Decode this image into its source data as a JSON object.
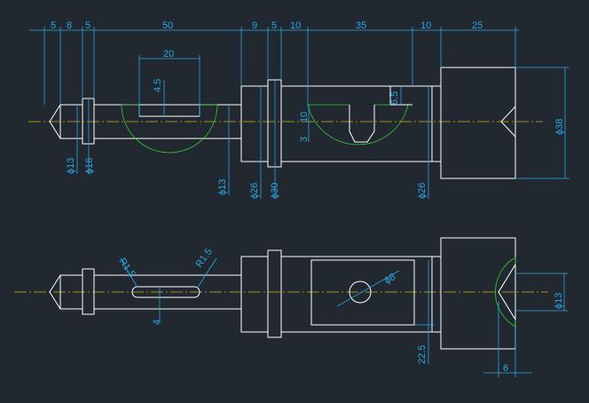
{
  "colors": {
    "background": "#212830",
    "object_lines": "#ffffff",
    "dimension_lines": "#2aa7e6",
    "center_lines": "#c9b41c",
    "hatching": "#33cc33"
  },
  "top_view": {
    "horizontal_dims": [
      "5",
      "8",
      "5",
      "50",
      "9",
      "5",
      "10",
      "35",
      "10",
      "25"
    ],
    "keyway_length": "20",
    "keyway_depth": "4.5",
    "slot_depth_upper": "6.5",
    "slot_depth_10": "10",
    "slot_depth_3": "3",
    "diameters": [
      "ϕ13",
      "ϕ16",
      "ϕ13",
      "ϕ26",
      "ϕ30",
      "ϕ26",
      "ϕ38"
    ]
  },
  "bottom_view": {
    "radius_left": "R1.5",
    "radius_right": "R1.5",
    "keyway_width": "4",
    "hole_diameter": "ϕ8",
    "height_dim": "22.5",
    "end_hole_diameter": "ϕ13",
    "end_depth": "6"
  }
}
